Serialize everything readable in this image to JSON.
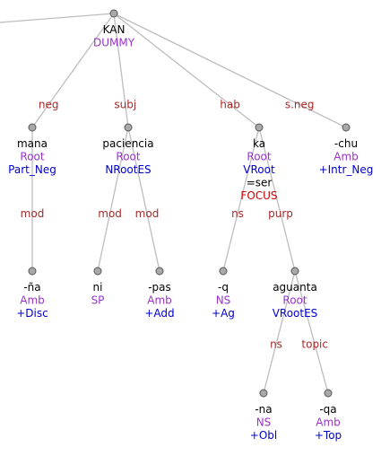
{
  "colors": {
    "edge": "#bdbdbd",
    "edge_label": "#a52a2a",
    "word": "#000000",
    "category": "#9933cc",
    "tag": "#0000cc",
    "focus": "#cc0000"
  },
  "nodes": {
    "root": {
      "lines": [
        {
          "text": "KAN",
          "style": "word"
        },
        {
          "text": "DUMMY",
          "style": "category"
        }
      ]
    },
    "mana": {
      "lines": [
        {
          "text": "mana",
          "style": "word"
        },
        {
          "text": "Root",
          "style": "category"
        },
        {
          "text": "Part_Neg",
          "style": "tag"
        }
      ]
    },
    "paciencia": {
      "lines": [
        {
          "text": "paciencia",
          "style": "word"
        },
        {
          "text": "Root",
          "style": "category"
        },
        {
          "text": "NRootES",
          "style": "tag"
        }
      ]
    },
    "ka": {
      "lines": [
        {
          "text": "ka",
          "style": "word"
        },
        {
          "text": "Root",
          "style": "category"
        },
        {
          "text": "VRoot",
          "style": "tag"
        },
        {
          "text": "=ser",
          "style": "word"
        },
        {
          "text": "FOCUS",
          "style": "focus"
        }
      ]
    },
    "chu": {
      "lines": [
        {
          "text": "-chu",
          "style": "word"
        },
        {
          "text": "Amb",
          "style": "category"
        },
        {
          "text": "+Intr_Neg",
          "style": "tag"
        }
      ]
    },
    "na_disc": {
      "lines": [
        {
          "text": "-ña",
          "style": "word"
        },
        {
          "text": "Amb",
          "style": "category"
        },
        {
          "text": "+Disc",
          "style": "tag"
        }
      ]
    },
    "ni": {
      "lines": [
        {
          "text": "ni",
          "style": "word"
        },
        {
          "text": "SP",
          "style": "category"
        }
      ]
    },
    "pas": {
      "lines": [
        {
          "text": "-pas",
          "style": "word"
        },
        {
          "text": "Amb",
          "style": "category"
        },
        {
          "text": "+Add",
          "style": "tag"
        }
      ]
    },
    "q": {
      "lines": [
        {
          "text": "-q",
          "style": "word"
        },
        {
          "text": "NS",
          "style": "category"
        },
        {
          "text": "+Ag",
          "style": "tag"
        }
      ]
    },
    "aguanta": {
      "lines": [
        {
          "text": "aguanta",
          "style": "word"
        },
        {
          "text": "Root",
          "style": "category"
        },
        {
          "text": "VRootES",
          "style": "tag"
        }
      ]
    },
    "na_obl": {
      "lines": [
        {
          "text": "-na",
          "style": "word"
        },
        {
          "text": "NS",
          "style": "category"
        },
        {
          "text": "+Obl",
          "style": "tag"
        }
      ]
    },
    "qa": {
      "lines": [
        {
          "text": "-qa",
          "style": "word"
        },
        {
          "text": "Amb",
          "style": "category"
        },
        {
          "text": "+Top",
          "style": "tag"
        }
      ]
    }
  },
  "edges": [
    {
      "from": "root",
      "to": "mana",
      "label": "neg"
    },
    {
      "from": "root",
      "to": "paciencia",
      "label": "subj"
    },
    {
      "from": "root",
      "to": "ka",
      "label": "hab"
    },
    {
      "from": "root",
      "to": "chu",
      "label": "s.neg"
    },
    {
      "from": "mana",
      "to": "na_disc",
      "label": "mod"
    },
    {
      "from": "paciencia",
      "to": "ni",
      "label": "mod"
    },
    {
      "from": "paciencia",
      "to": "pas",
      "label": "mod"
    },
    {
      "from": "ka",
      "to": "q",
      "label": "ns"
    },
    {
      "from": "ka",
      "to": "aguanta",
      "label": "purp"
    },
    {
      "from": "aguanta",
      "to": "na_obl",
      "label": "ns"
    },
    {
      "from": "aguanta",
      "to": "qa",
      "label": "topic"
    }
  ]
}
